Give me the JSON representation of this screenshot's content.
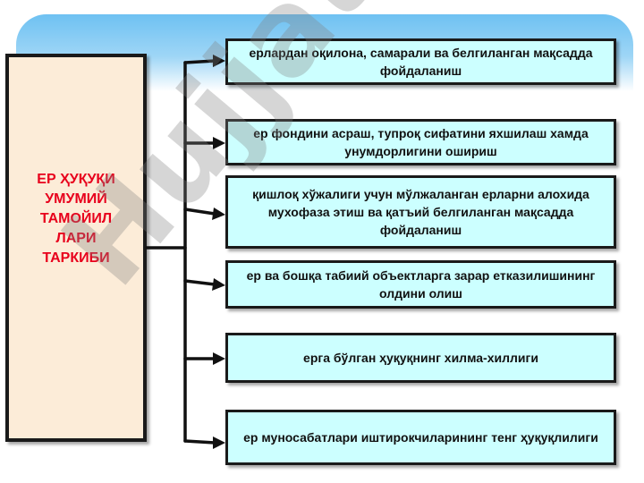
{
  "title": "ЕР ҲУҚУҚИ\nУМУМИЙ\nТАМОЙИЛ\nЛАРИ\nТАРКИБИ",
  "watermark": "Hujjat",
  "items": [
    "ерлардан оқилона, самарали ва белгиланган мақсадда фойдаланиш",
    "ер фондини асраш, тупроқ сифатини яхшилаш хамда унумдорлигини ошириш",
    "қишлоқ хўжалиги учун мўлжаланган ерларни алохида мухофаза этиш ва қатъий белгиланган мақсадда фойдаланиш",
    "ер ва бошқа табиий объектларга зарар етказилишининг олдини олиш",
    "ерга бўлган ҳуқуқнинг хилма-хиллиги",
    "ер муносабатлари иштирокчиларининг тенг ҳуқуқлилиги"
  ],
  "colors": {
    "title_text": "#e8001c",
    "left_box_fill": "#fcecd8",
    "item_box_fill": "#ccffff",
    "border": "#1a1a1a",
    "banner": "#6ec1f2"
  }
}
